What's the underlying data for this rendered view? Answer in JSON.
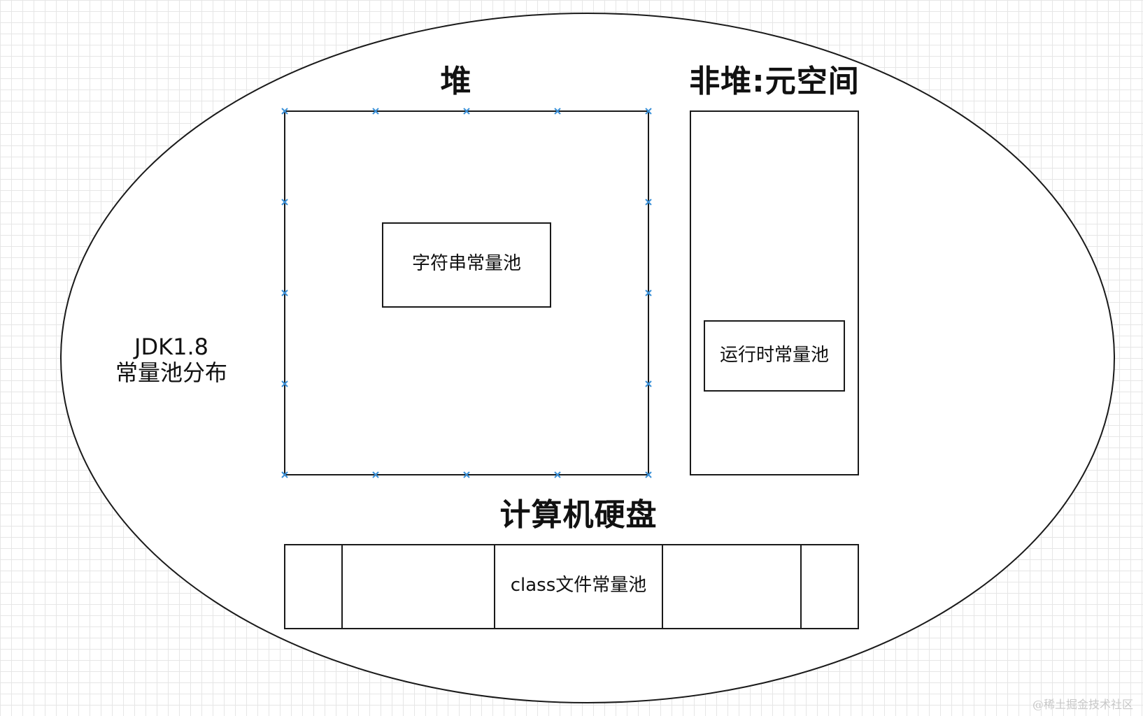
{
  "diagram": {
    "side_label": {
      "line1": "JDK1.8",
      "line2": "常量池分布"
    },
    "heap": {
      "title": "堆",
      "inner_box": "字符串常量池"
    },
    "non_heap": {
      "title": "非堆:元空间",
      "inner_box": "运行时常量池"
    },
    "disk": {
      "title": "计算机硬盘",
      "center_cell": "class文件常量池"
    },
    "colors": {
      "line": "#1a1a1a",
      "handle": "#3a8fd6",
      "fill": "#ffffff"
    }
  },
  "watermark": "@稀土掘金技术社区"
}
